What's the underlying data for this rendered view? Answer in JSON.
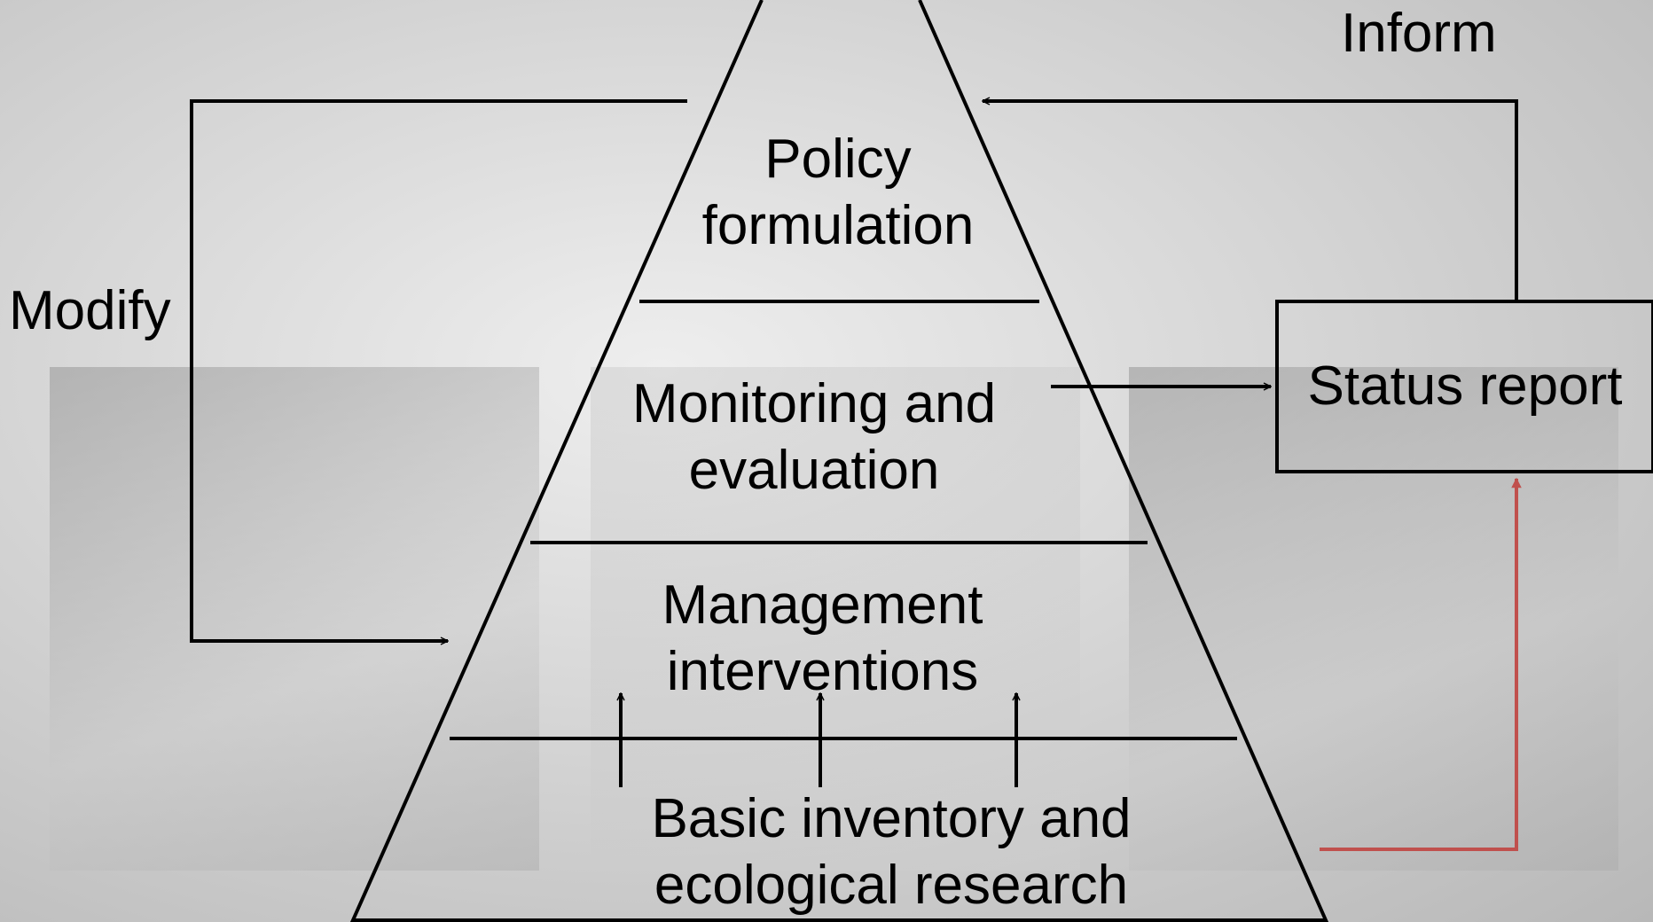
{
  "diagram": {
    "levels": {
      "policy": [
        "Policy",
        "formulation"
      ],
      "monitoring": [
        "Monitoring and",
        "evaluation"
      ],
      "management": [
        "Management",
        "interventions"
      ],
      "basic": [
        "Basic inventory and",
        "ecological research"
      ]
    },
    "modify": "Modify",
    "inform": "Inform",
    "status_report": "Status report",
    "colors": {
      "lines": "#000000",
      "feedback_arrow": "#c0504d"
    }
  }
}
